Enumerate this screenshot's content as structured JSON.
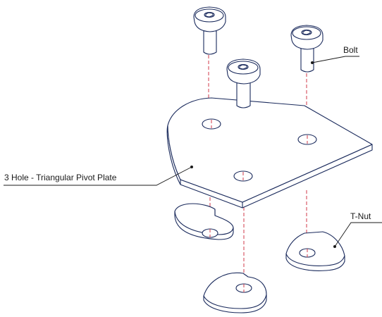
{
  "labels": {
    "bolt": "Bolt",
    "plate": "3 Hole - Triangular Pivot Plate",
    "tnut": "T-Nut"
  },
  "colors": {
    "outline": "#1a2a5c",
    "centerline": "#d23a48",
    "leader": "#1a1a1a"
  }
}
